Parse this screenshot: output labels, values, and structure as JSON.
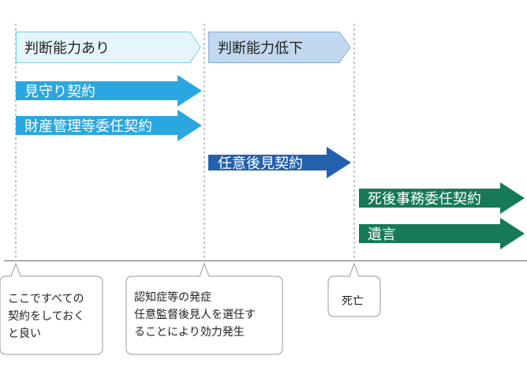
{
  "phases": [
    {
      "label": "判断能力あり",
      "fill": "#e6f5fb",
      "stroke": "#7ccde7",
      "text_color": "#222222"
    },
    {
      "label": "判断能力低下",
      "fill": "#c2d8ee",
      "stroke": "#86aed6",
      "text_color": "#222222"
    }
  ],
  "contracts": [
    {
      "label": "見守り契約",
      "color": "#2aa7e0"
    },
    {
      "label": "財産管理等委任契約",
      "color": "#2aa7e0"
    },
    {
      "label": "任意後見契約",
      "color": "#2361ad"
    },
    {
      "label": "死後事務委任契約",
      "color": "#16795a"
    },
    {
      "label": "遺言",
      "color": "#16795a"
    }
  ],
  "callouts": [
    {
      "lines": [
        "ここですべての",
        "契約をしておく",
        "と良い"
      ]
    },
    {
      "lines": [
        "認知症等の発症",
        "任意監督後見人を選任す",
        "ることにより効力発生"
      ]
    },
    {
      "lines": [
        "死亡"
      ]
    }
  ]
}
